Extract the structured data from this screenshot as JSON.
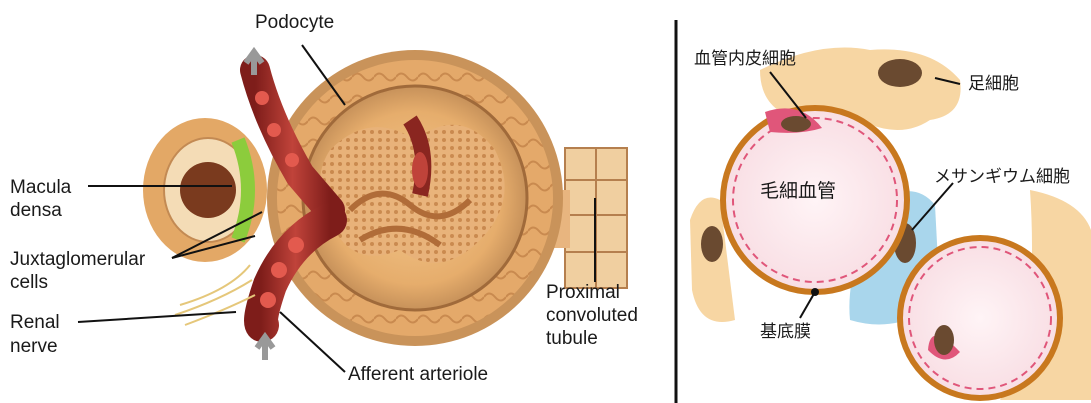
{
  "left_figure": {
    "labels": {
      "podocyte": "Podocyte",
      "macula_densa_1": "Macula",
      "macula_densa_2": "densa",
      "juxtaglomerular_1": "Juxtaglomerular",
      "juxtaglomerular_2": "cells",
      "renal_nerve_1": "Renal",
      "renal_nerve_2": "nerve",
      "afferent_arteriole": "Afferent arteriole",
      "proximal_1": "Proximal",
      "proximal_2": "convoluted",
      "proximal_3": "tubule"
    }
  },
  "right_figure": {
    "labels": {
      "endothelial_cell": "血管内皮細胞",
      "podocyte": "足細胞",
      "mesangial_cell": "メサンギウム細胞",
      "capillary": "毛細血管",
      "basement_membrane": "基底膜"
    }
  },
  "colors": {
    "tissue_tan": "#e7b277",
    "vessel_red": "#b2352d",
    "macula_green": "#8ccc3c",
    "capillary_pink": "#fbe6ea",
    "membrane_orange": "#c8781e",
    "mesangium_blue": "#a9d6ec",
    "podocyte_peach": "#f7d6a3"
  }
}
